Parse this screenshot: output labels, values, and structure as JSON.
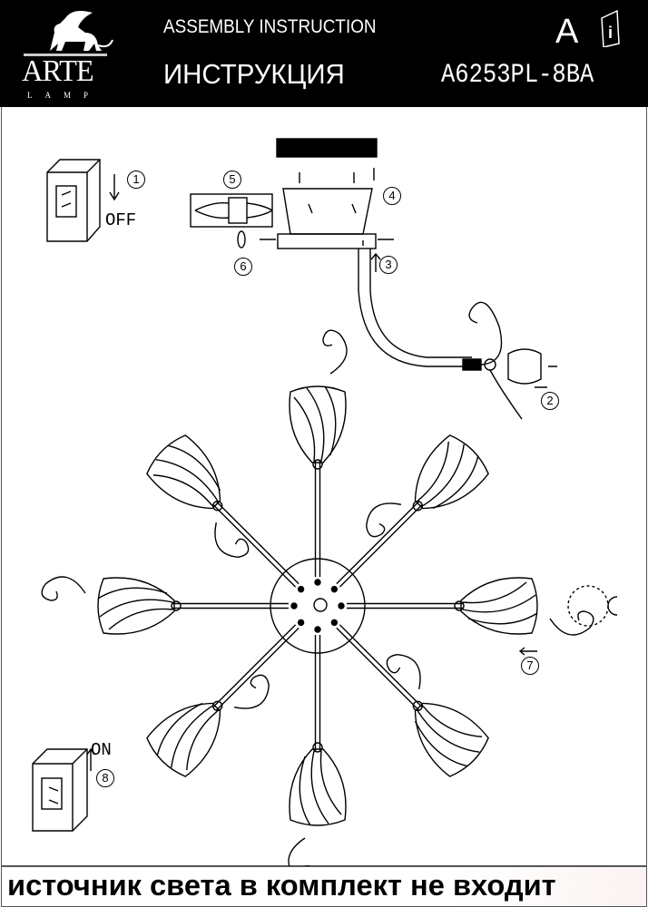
{
  "header": {
    "brand": "ARTE",
    "brand_sub": "LAMP",
    "title_en": "ASSEMBLY INSTRUCTION",
    "title_ru": "ИНСТРУКЦИЯ",
    "language": "A",
    "model": "A6253PL-8BA"
  },
  "steps": {
    "s1": "1",
    "s1_label": "OFF",
    "s2": "2",
    "s3": "3",
    "s4": "4",
    "s5": "5",
    "s6": "6",
    "s7": "7",
    "s8": "8",
    "s8_label": "ON"
  },
  "footer": {
    "note": "источник света в комплект не входит"
  }
}
